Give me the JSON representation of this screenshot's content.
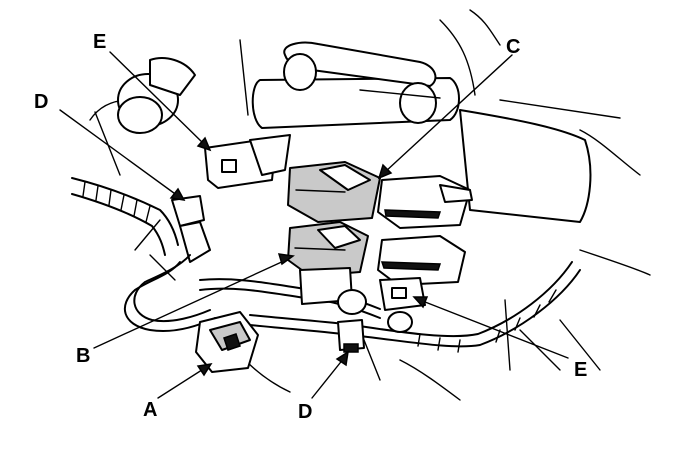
{
  "callouts": {
    "A": "A",
    "B": "B",
    "C": "C",
    "D_top": "D",
    "D_bottom": "D",
    "E_top": "E",
    "E_right": "E"
  }
}
